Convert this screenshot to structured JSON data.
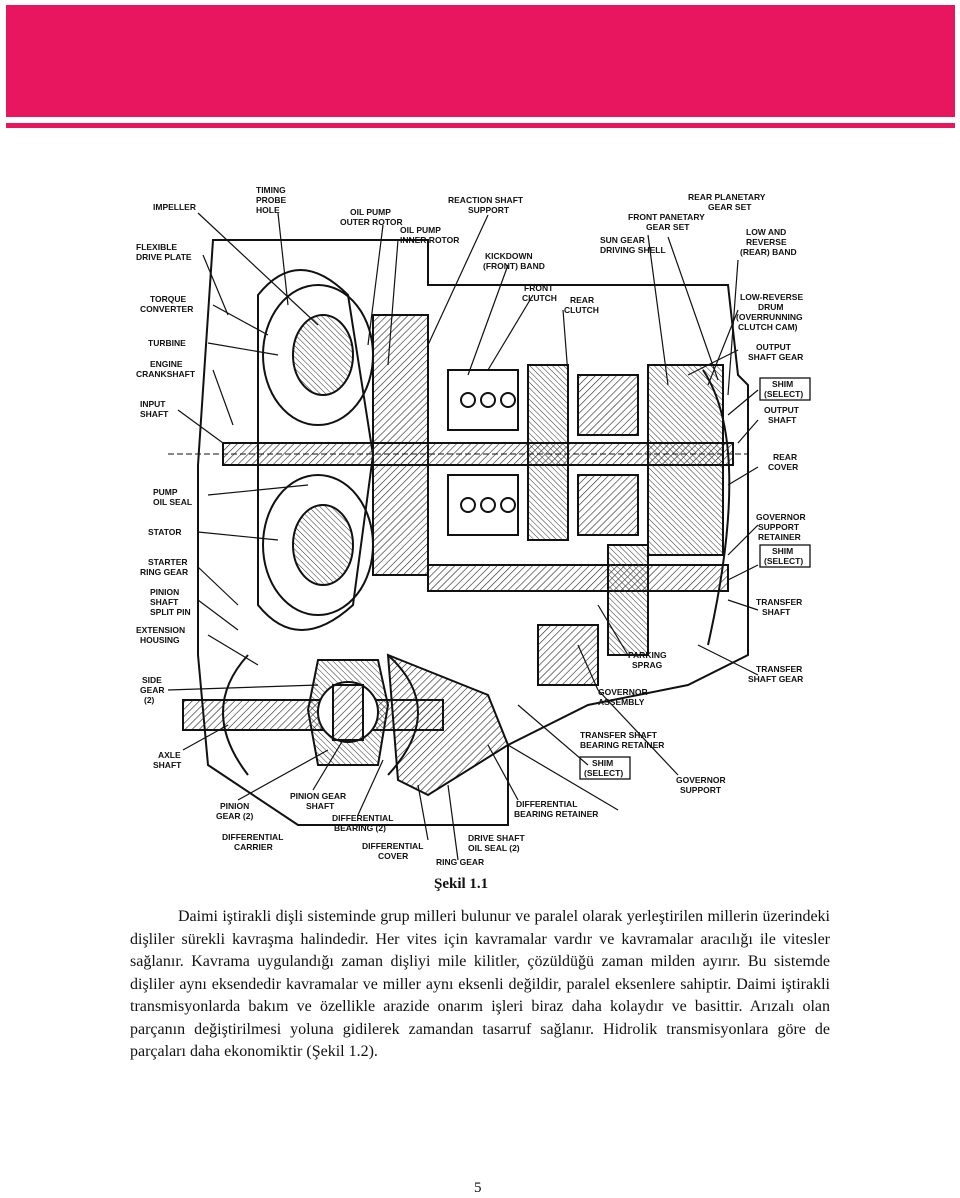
{
  "header": {
    "banner_color": "#e8155f"
  },
  "figure": {
    "caption": "Şekil 1.1",
    "labels": {
      "impeller": "IMPELLER",
      "timing_1": "TIMING",
      "timing_2": "PROBE",
      "timing_3": "HOLE",
      "oil_outer_1": "OIL PUMP",
      "oil_outer_2": "OUTER ROTOR",
      "oil_inner_1": "OIL PUMP",
      "oil_inner_2": "INNER ROTOR",
      "reaction_1": "REACTION SHAFT",
      "reaction_2": "SUPPORT",
      "rear_planetary_1": "REAR PLANETARY",
      "rear_planetary_2": "GEAR SET",
      "front_panetary_1": "FRONT PANETARY",
      "front_panetary_2": "GEAR SET",
      "sun_gear_1": "SUN GEAR",
      "sun_gear_2": "DRIVING SHELL",
      "low_rev_1": "LOW AND",
      "low_rev_2": "REVERSE",
      "low_rev_3": "(REAR) BAND",
      "flex_1": "FLEXIBLE",
      "flex_2": "DRIVE PLATE",
      "kickdown_1": "KICKDOWN",
      "kickdown_2": "(FRONT) BAND",
      "front_clutch_1": "FRONT",
      "front_clutch_2": "CLUTCH",
      "rear_clutch_1": "REAR",
      "rear_clutch_2": "CLUTCH",
      "torque_1": "TORQUE",
      "torque_2": "CONVERTER",
      "lowrev_drum_1": "LOW-REVERSE",
      "lowrev_drum_2": "DRUM",
      "lowrev_drum_3": "(OVERRUNNING",
      "lowrev_drum_4": "CLUTCH CAM)",
      "turbine": "TURBINE",
      "output_gear_1": "OUTPUT",
      "output_gear_2": "SHAFT GEAR",
      "engine_1": "ENGINE",
      "engine_2": "CRANKSHAFT",
      "shim_select_1": "SHIM",
      "shim_select_2": "(SELECT)",
      "input_1": "INPUT",
      "input_2": "SHAFT",
      "output_shaft_1": "OUTPUT",
      "output_shaft_2": "SHAFT",
      "rear_cover_1": "REAR",
      "rear_cover_2": "COVER",
      "pump_seal_1": "PUMP",
      "pump_seal_2": "OIL SEAL",
      "governor_ret_1": "GOVERNOR",
      "governor_ret_2": "SUPPORT",
      "governor_ret_3": "RETAINER",
      "stator": "STATOR",
      "shim2_1": "SHIM",
      "shim2_2": "(SELECT)",
      "starter_1": "STARTER",
      "starter_2": "RING GEAR",
      "pinion_pin_1": "PINION",
      "pinion_pin_2": "SHAFT",
      "pinion_pin_3": "SPLIT PIN",
      "transfer_shaft_1": "TRANSFER",
      "transfer_shaft_2": "SHAFT",
      "extension_1": "EXTENSION",
      "extension_2": "HOUSING",
      "parking_1": "PARKING",
      "parking_2": "SPRAG",
      "transfer_gear_1": "TRANSFER",
      "transfer_gear_2": "SHAFT GEAR",
      "side_gear_1": "SIDE",
      "side_gear_2": "GEAR",
      "side_gear_3": "(2)",
      "governor_asm_1": "GOVERNOR",
      "governor_asm_2": "ASSEMBLY",
      "tsbr_1": "TRANSFER SHAFT",
      "tsbr_2": "BEARING RETAINER",
      "axle_1": "AXLE",
      "axle_2": "SHAFT",
      "shim3_1": "SHIM",
      "shim3_2": "(SELECT)",
      "gov_support_1": "GOVERNOR",
      "gov_support_2": "SUPPORT",
      "pinion_gear_1": "PINION",
      "pinion_gear_2": "GEAR (2)",
      "pinion_gear_shaft_1": "PINION GEAR",
      "pinion_gear_shaft_2": "SHAFT",
      "diff_ret_1": "DIFFERENTIAL",
      "diff_ret_2": "BEARING RETAINER",
      "diff_bearing_1": "DIFFERENTIAL",
      "diff_bearing_2": "BEARING (2)",
      "diff_carrier_1": "DIFFERENTIAL",
      "diff_carrier_2": "CARRIER",
      "drive_seal_1": "DRIVE SHAFT",
      "drive_seal_2": "OIL SEAL (2)",
      "diff_cover_1": "DIFFERENTIAL",
      "diff_cover_2": "COVER",
      "ring_gear": "RING GEAR"
    }
  },
  "body": {
    "paragraph": "Daimi iştirakli dişli sisteminde grup milleri bulunur ve paralel olarak yerleştirilen millerin üzerindeki dişliler sürekli kavraşma halindedir. Her vites için kavramalar vardır ve kavramalar aracılığı ile vitesler sağlanır. Kavrama uygulandığı zaman dişliyi mile kilitler, çözüldüğü zaman milden ayırır. Bu sistemde dişliler aynı eksendedir  kavramalar ve miller aynı eksenli değildir, paralel eksenlere sahiptir. Daimi iştirakli transmisyonlarda bakım ve özellikle arazide onarım işleri biraz daha kolaydır ve basittir. Arızalı olan parçanın değiştirilmesi yoluna gidilerek zamandan tasarruf sağlanır. Hidrolik transmisyonlara göre de parçaları daha ekonomiktir (Şekil 1.2)."
  },
  "footer": {
    "page_number": "5"
  }
}
